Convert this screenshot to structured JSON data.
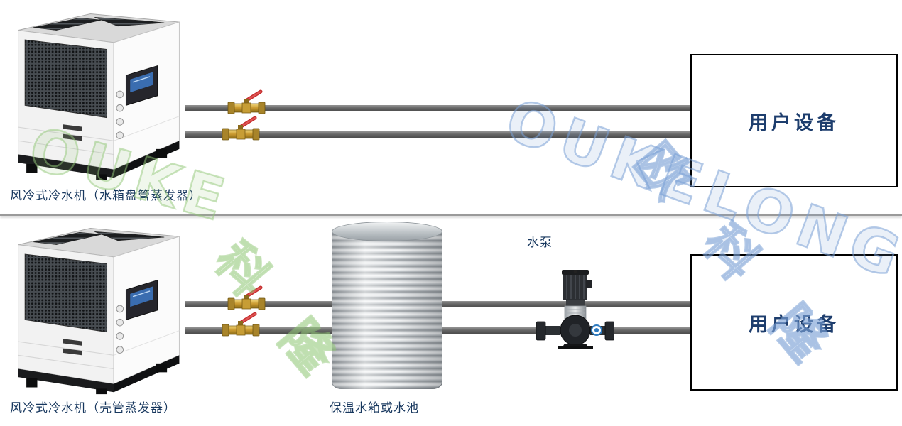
{
  "colors": {
    "caption_blue": "#17375e",
    "device_text_blue": "#1d3d6d",
    "pipe_gray": "#636363",
    "watermark_blue": "#7aa0d6",
    "watermark_green": "#92c878",
    "valve_handle_red": "#c53030",
    "valve_body_brass": "#c9992f"
  },
  "watermark": {
    "latin": "OUKELONG",
    "cjk": "欧 科 隆",
    "latin_partial": "OUKE",
    "cjk_partial": "科 隆"
  },
  "top_diagram": {
    "chiller_label": "风冷式冷水机（水箱盘管蒸发器）",
    "device_box_label": "用户设备"
  },
  "bottom_diagram": {
    "chiller_label": "风冷式冷水机（壳管蒸发器）",
    "tank_label": "保温水箱或水池",
    "pump_label": "水泵",
    "device_box_label": "用户设备"
  }
}
